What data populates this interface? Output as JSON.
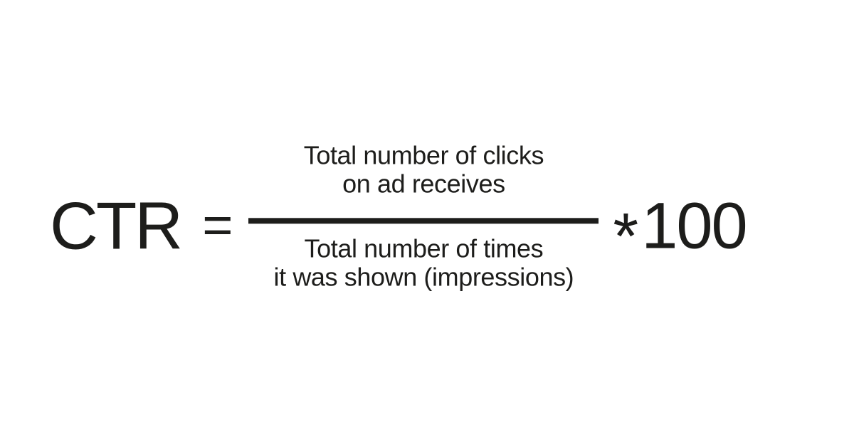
{
  "colors": {
    "background": "#ffffff",
    "ink": "#1d1d1b"
  },
  "formula": {
    "lhs": "CTR",
    "equals_sign": "=",
    "numerator": {
      "line1": "Total number of clicks",
      "line2": "on ad receives"
    },
    "denominator": {
      "line1": "Total number of times",
      "line2": "it was shown (impressions)"
    },
    "multiply_sign": "*",
    "multiplier": "100"
  }
}
